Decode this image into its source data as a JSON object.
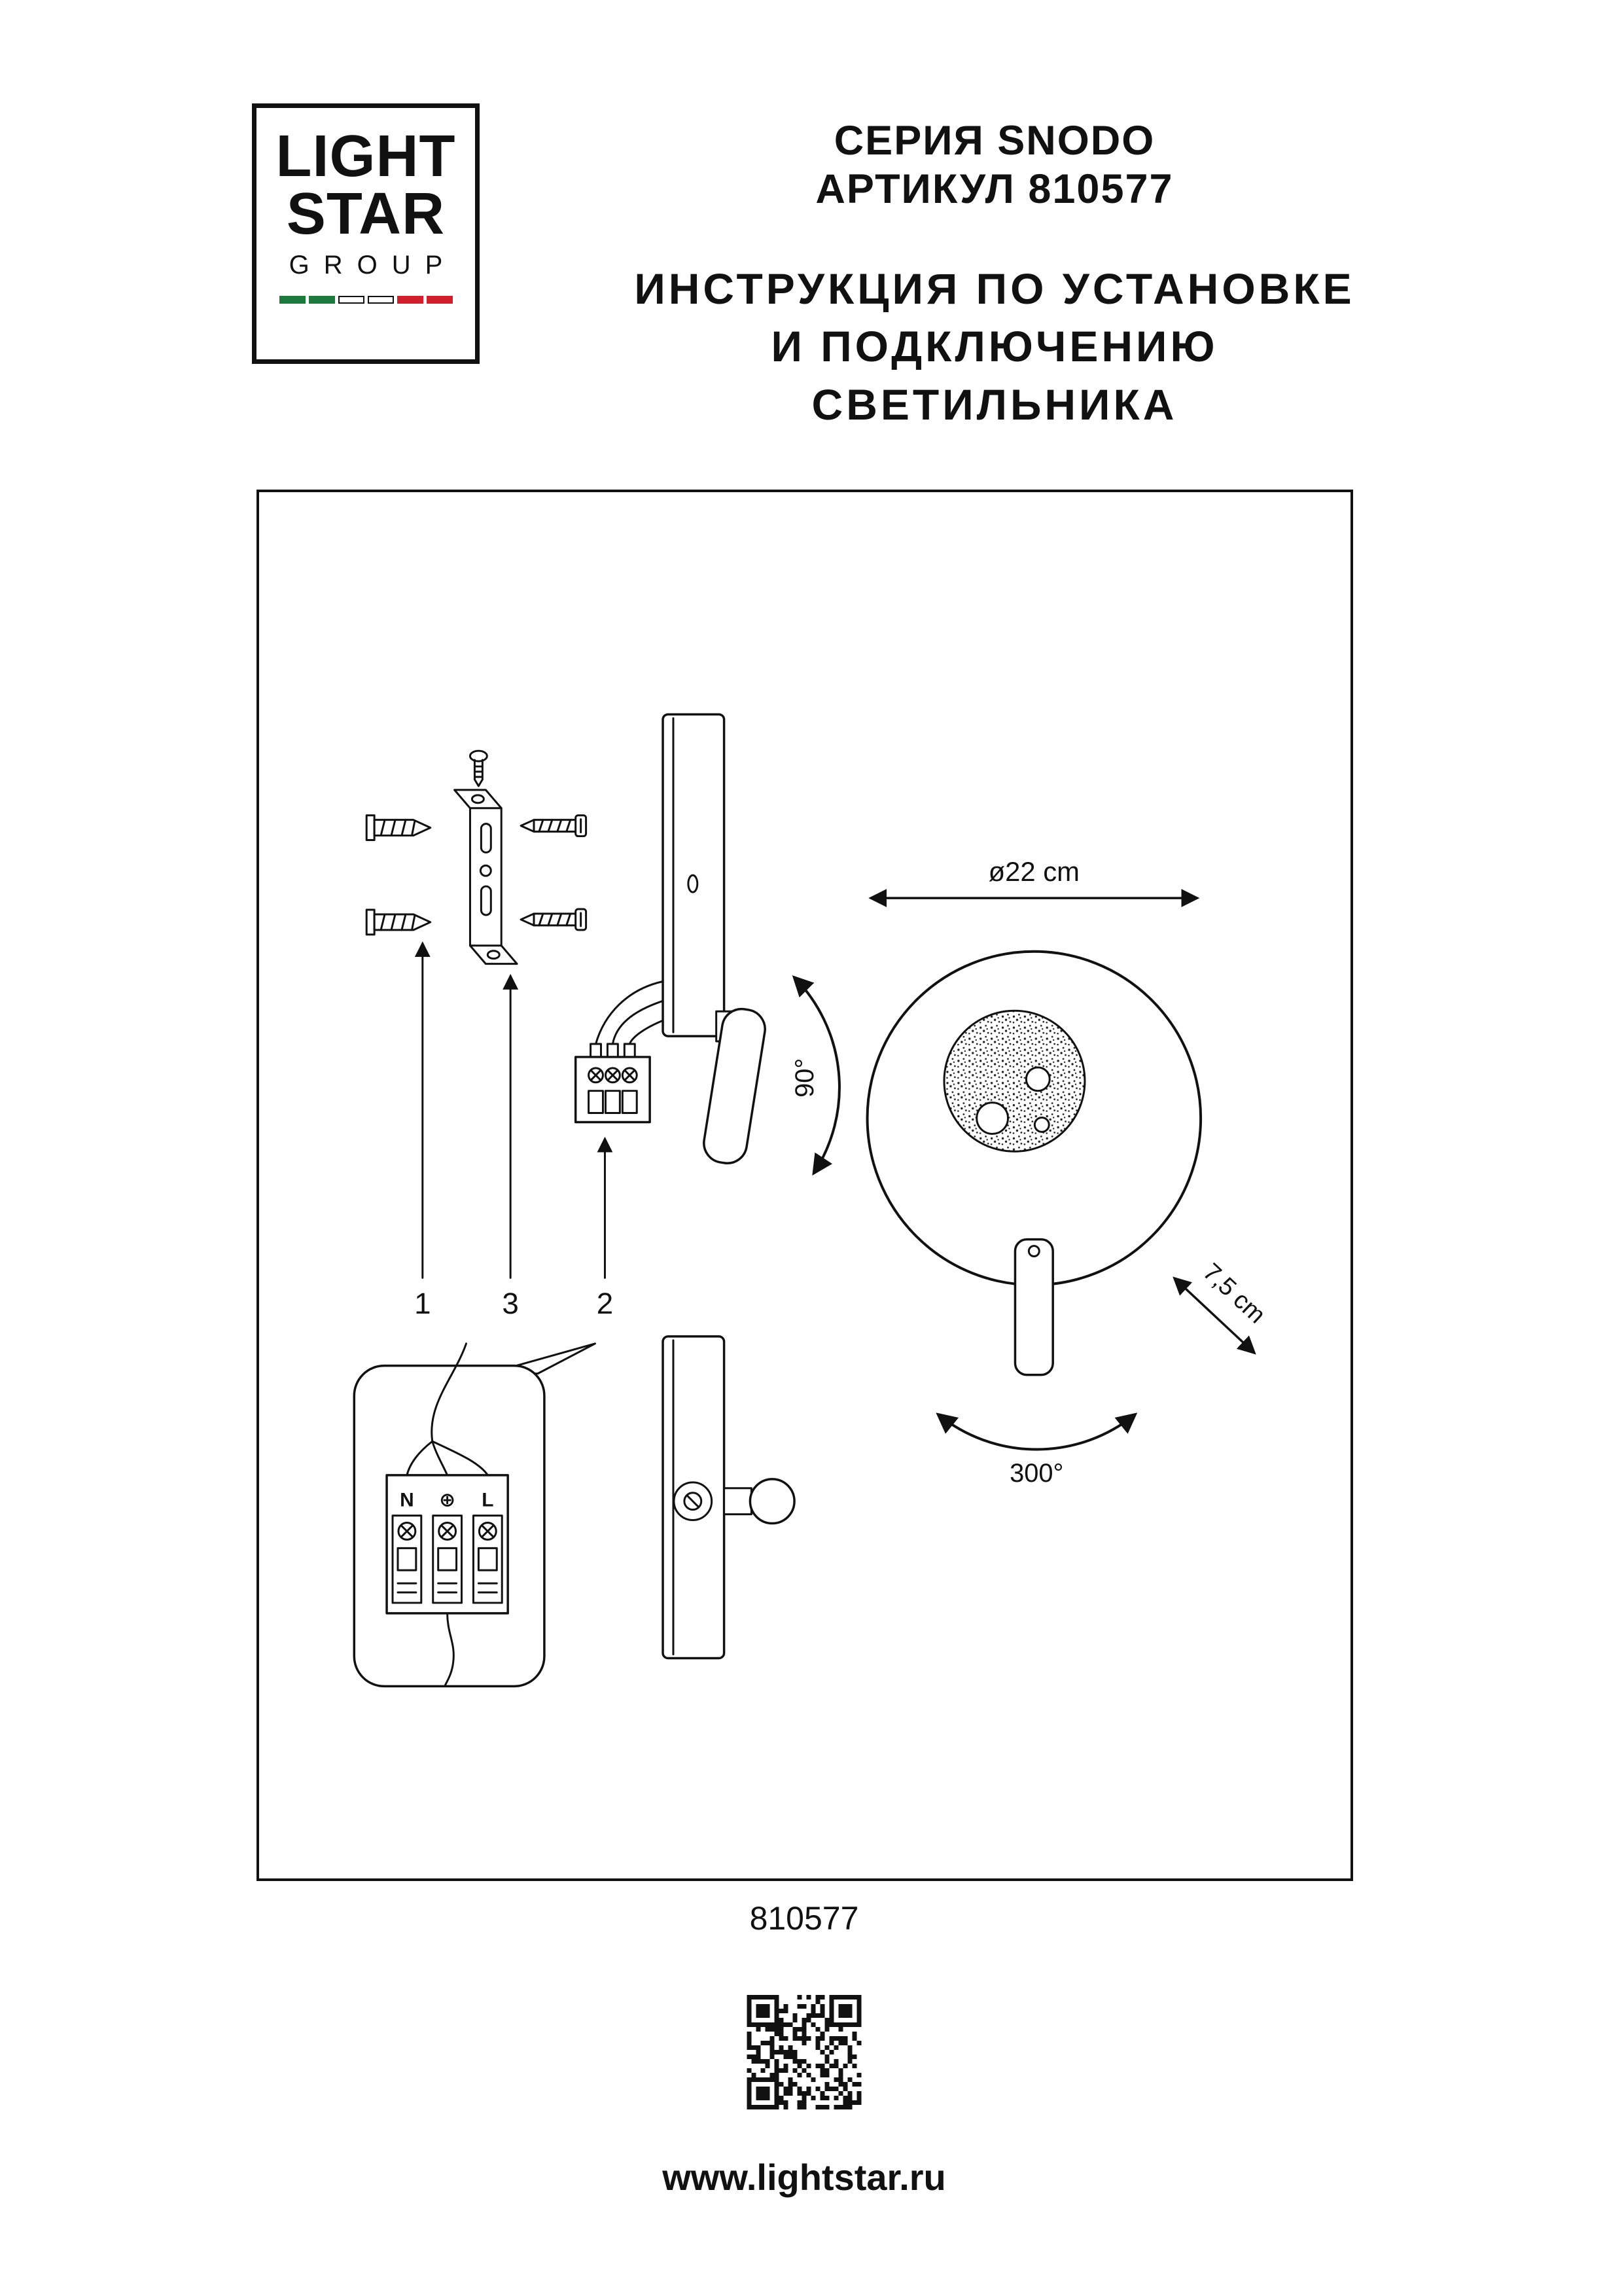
{
  "colors": {
    "ink": "#111111",
    "flag_green": "#1e7a3c",
    "flag_white": "#ffffff",
    "flag_red": "#d21f2c"
  },
  "logo": {
    "line1": "LIGHT",
    "line2": "STAR",
    "subtitle": "GROUP"
  },
  "header": {
    "series": "СЕРИЯ SNODO",
    "article": "АРТИКУЛ 810577",
    "instruction_line1": "ИНСТРУКЦИЯ ПО УСТАНОВКЕ",
    "instruction_line2": "И ПОДКЛЮЧЕНИЮ СВЕТИЛЬНИКА"
  },
  "diagram": {
    "labels": {
      "part1": "1",
      "part2": "2",
      "part3": "3",
      "diameter": "ø22 cm",
      "angle_side": "90°",
      "angle_front": "300°",
      "depth": "7,5 cm",
      "terminal_n": "N",
      "terminal_ground": "⊕",
      "terminal_l": "L"
    }
  },
  "footer": {
    "article": "810577",
    "website": "www.lightstar.ru"
  }
}
